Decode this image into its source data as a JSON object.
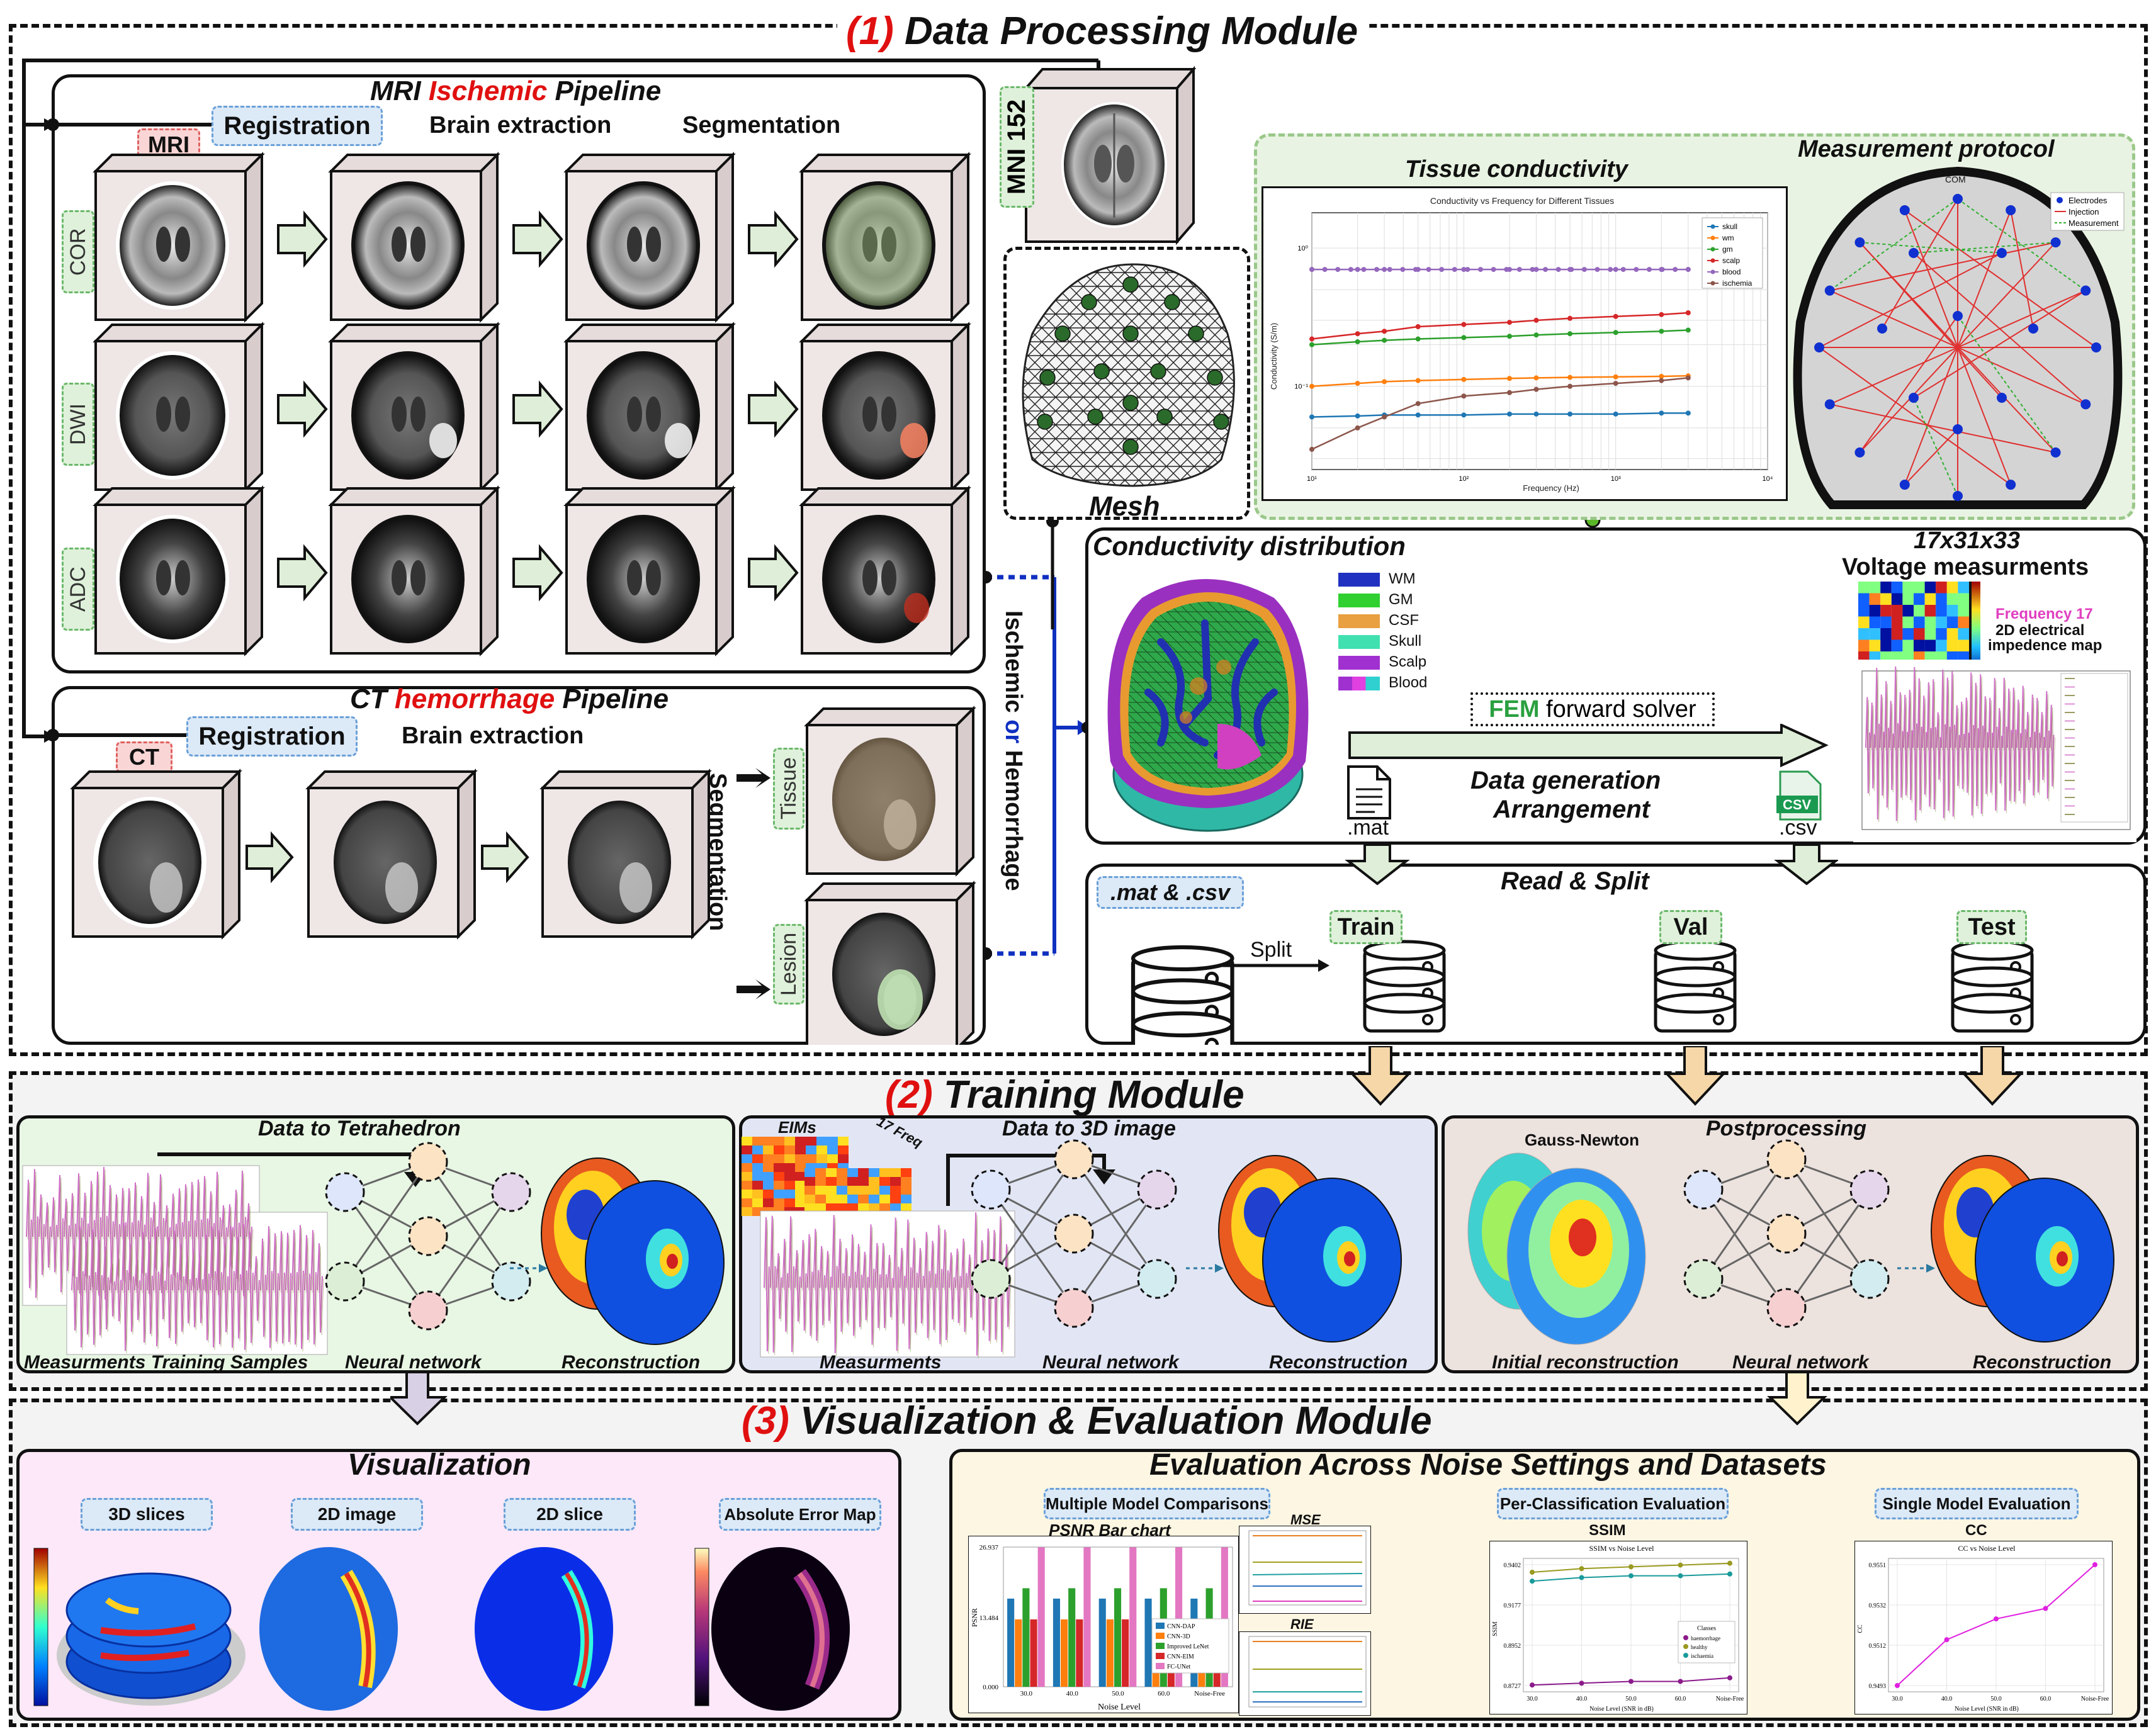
{
  "module1": {
    "num": "(1)",
    "title": "Data Processing Module",
    "mri": {
      "title_pre": "MRI ",
      "title_red": "Ischemic",
      "title_post": " Pipeline",
      "registration": "Registration",
      "brain_extraction": "Brain extraction",
      "segmentation": "Segmentation",
      "mri_tag": "MRI",
      "rows": [
        "COR",
        "DWI",
        "ADC"
      ]
    },
    "mni": "MNI 152",
    "mesh": "Mesh",
    "ct": {
      "title_pre": "CT ",
      "title_red": "hemorrhage",
      "title_post": " Pipeline",
      "registration": "Registration",
      "brain_extraction": "Brain extraction",
      "segmentation": "Segmentation",
      "ct_tag": "CT",
      "tissue": "Tissue",
      "lesion": "Lesion"
    },
    "ischemic_or_hemorrhage": {
      "a": "Ischemic ",
      "or": "or",
      "b": " Hemorrhage"
    },
    "measurement": {
      "tissue_conductivity": "Tissue conductivity",
      "measurement_protocol": "Measurement protocol",
      "chart_title": "Conductivity vs Frequency for Different Tissues",
      "xlabel": "Frequency (Hz)",
      "ylabel": "Conductivity (S/m)",
      "protocol_legend": [
        "Electrodes",
        "Injection",
        "Measurement"
      ],
      "com": "COM"
    },
    "conductivity": {
      "title": "Conductivity distribution",
      "legend": [
        "WM",
        "GM",
        "CSF",
        "Skull",
        "Scalp",
        "Blood"
      ],
      "dims": "17x31x33",
      "voltage": "Voltage measurments",
      "freq": "Frequency 17",
      "map1": "2D electrical",
      "map2": "impedence map",
      "fem_bold": "FEM",
      "fem_rest": " forward solver",
      "datagen1": "Data generation",
      "datagen2": "Arrangement",
      "mat": ".mat",
      "csv": ".csv",
      "csv_icon": "CSV"
    },
    "read_split": {
      "title": "Read & Split",
      "source": ".mat & .csv",
      "split": "Split",
      "train": "Train",
      "val": "Val",
      "test": "Test"
    }
  },
  "module2": {
    "num": "(2)",
    "title": "Training Module",
    "p1": {
      "title": "Data to Tetrahedron",
      "c1": "Measurments Training Samples",
      "c2": "Neural network",
      "c3": "Reconstruction"
    },
    "p2": {
      "title": "Data to 3D image",
      "eims": "EIMs",
      "freq": "17 Freq",
      "c1": "Measurments",
      "c2": "Neural network",
      "c3": "Reconstruction"
    },
    "p3": {
      "title": "Postprocessing",
      "gn": "Gauss-Newton",
      "c1": "Initial reconstruction",
      "c2": "Neural network",
      "c3": "Reconstruction"
    }
  },
  "module3": {
    "num": "(3)",
    "title": "Visualization & Evaluation Module",
    "vis": {
      "title": "Visualization",
      "tags": [
        "3D slices",
        "2D image",
        "2D slice",
        "Absolute Error Map"
      ]
    },
    "eval": {
      "title": "Evaluation Across Noise Settings and Datasets",
      "tags": [
        "Multiple Model Comparisons",
        "Per-Classification Evaluation",
        "Single Model Evaluation"
      ],
      "psnr": "PSNR Bar chart",
      "mse": "MSE",
      "rie": "RIE",
      "ssim": "SSIM",
      "cc": "CC",
      "ssim_title": "SSIM vs Noise Level",
      "cc_title": "CC vs Noise Level",
      "noise_level": "Noise Level",
      "noise_level_db": "Noise Level (SNR in dB)",
      "psnr_axis": "PSNR",
      "psnr_ticks": [
        "26.937",
        "13.484",
        "0.000"
      ],
      "x_ticks": [
        "30.0",
        "40.0",
        "50.0",
        "60.0",
        "Noise-Free"
      ],
      "psnr_legend": [
        "CNN-DAP",
        "CNN-3D",
        "Improved LeNet",
        "CNN-EIM",
        "FC-UNet"
      ],
      "ssim_ticks": [
        "0.9402",
        "0.9177",
        "0.8952",
        "0.8727"
      ],
      "ssim_legend_title": "Classes",
      "ssim_legend": [
        "haemorrhage",
        "healthy",
        "ischaemia"
      ],
      "cc_ticks": [
        "0.9551",
        "0.9532",
        "0.9512",
        "0.9493"
      ]
    }
  },
  "chart_data": [
    {
      "type": "line",
      "title": "Conductivity vs Frequency for Different Tissues",
      "xlabel": "Frequency (Hz)",
      "ylabel": "Conductivity (S/m)",
      "xscale": "log",
      "yscale": "log",
      "xlim": [
        10,
        10000
      ],
      "x": [
        10,
        20,
        30,
        50,
        100,
        200,
        300,
        500,
        1000,
        2000,
        3000
      ],
      "series": [
        {
          "name": "skull",
          "color": "#1f77b4",
          "values": [
            0.06,
            0.061,
            0.062,
            0.062,
            0.062,
            0.063,
            0.063,
            0.063,
            0.063,
            0.064,
            0.064
          ]
        },
        {
          "name": "wm",
          "color": "#ff7f0e",
          "values": [
            0.1,
            0.105,
            0.108,
            0.11,
            0.112,
            0.114,
            0.115,
            0.116,
            0.117,
            0.118,
            0.119
          ]
        },
        {
          "name": "gm",
          "color": "#2ca02c",
          "values": [
            0.2,
            0.21,
            0.215,
            0.22,
            0.225,
            0.23,
            0.235,
            0.24,
            0.245,
            0.25,
            0.255
          ]
        },
        {
          "name": "scalp",
          "color": "#d62728",
          "values": [
            0.22,
            0.24,
            0.25,
            0.27,
            0.28,
            0.29,
            0.3,
            0.31,
            0.32,
            0.33,
            0.34
          ]
        },
        {
          "name": "blood",
          "color": "#9467bd",
          "values": [
            0.7,
            0.7,
            0.7,
            0.7,
            0.7,
            0.7,
            0.7,
            0.7,
            0.7,
            0.7,
            0.7
          ]
        },
        {
          "name": "ischemia",
          "color": "#8c564b",
          "values": [
            0.035,
            0.05,
            0.06,
            0.075,
            0.085,
            0.09,
            0.095,
            0.1,
            0.105,
            0.11,
            0.115
          ]
        }
      ]
    },
    {
      "type": "bar",
      "title": "PSNR Bar chart",
      "xlabel": "Noise Level",
      "ylabel": "PSNR",
      "categories": [
        "30.0",
        "40.0",
        "50.0",
        "60.0",
        "Noise-Free"
      ],
      "ylim": [
        0,
        26.937
      ],
      "series": [
        {
          "name": "CNN-DAP",
          "color": "#1f77b4",
          "values": [
            17,
            17,
            17,
            17,
            17
          ]
        },
        {
          "name": "CNN-3D",
          "color": "#ff7f0e",
          "values": [
            13,
            13,
            13,
            13,
            13
          ]
        },
        {
          "name": "Improved LeNet",
          "color": "#2ca02c",
          "values": [
            19,
            19,
            19,
            19,
            19
          ]
        },
        {
          "name": "CNN-EIM",
          "color": "#d62728",
          "values": [
            13,
            13,
            13,
            13,
            13
          ]
        },
        {
          "name": "FC-UNet",
          "color": "#e377c2",
          "values": [
            26.9,
            26.9,
            26.9,
            26.9,
            26.9
          ]
        }
      ]
    },
    {
      "type": "line",
      "title": "SSIM vs Noise Level",
      "xlabel": "Noise Level (SNR in dB)",
      "ylabel": "SSIM",
      "categories": [
        "30.0",
        "40.0",
        "50.0",
        "60.0",
        "Noise-Free"
      ],
      "ylim": [
        0.8727,
        0.9402
      ],
      "series": [
        {
          "name": "haemorrhage",
          "color": "#8b1a8b",
          "values": [
            0.873,
            0.874,
            0.875,
            0.875,
            0.877
          ]
        },
        {
          "name": "healthy",
          "color": "#9a9a20",
          "values": [
            0.936,
            0.938,
            0.939,
            0.94,
            0.941
          ]
        },
        {
          "name": "ischaemia",
          "color": "#1a9a9a",
          "values": [
            0.931,
            0.933,
            0.934,
            0.934,
            0.935
          ]
        }
      ]
    },
    {
      "type": "line",
      "title": "CC vs Noise Level",
      "xlabel": "Noise Level (SNR in dB)",
      "ylabel": "CC",
      "categories": [
        "30.0",
        "40.0",
        "50.0",
        "60.0",
        "Noise-Free"
      ],
      "ylim": [
        0.9493,
        0.9551
      ],
      "series": [
        {
          "name": "CC",
          "color": "#e020e0",
          "values": [
            0.9493,
            0.9515,
            0.9525,
            0.953,
            0.9551
          ]
        }
      ]
    }
  ]
}
